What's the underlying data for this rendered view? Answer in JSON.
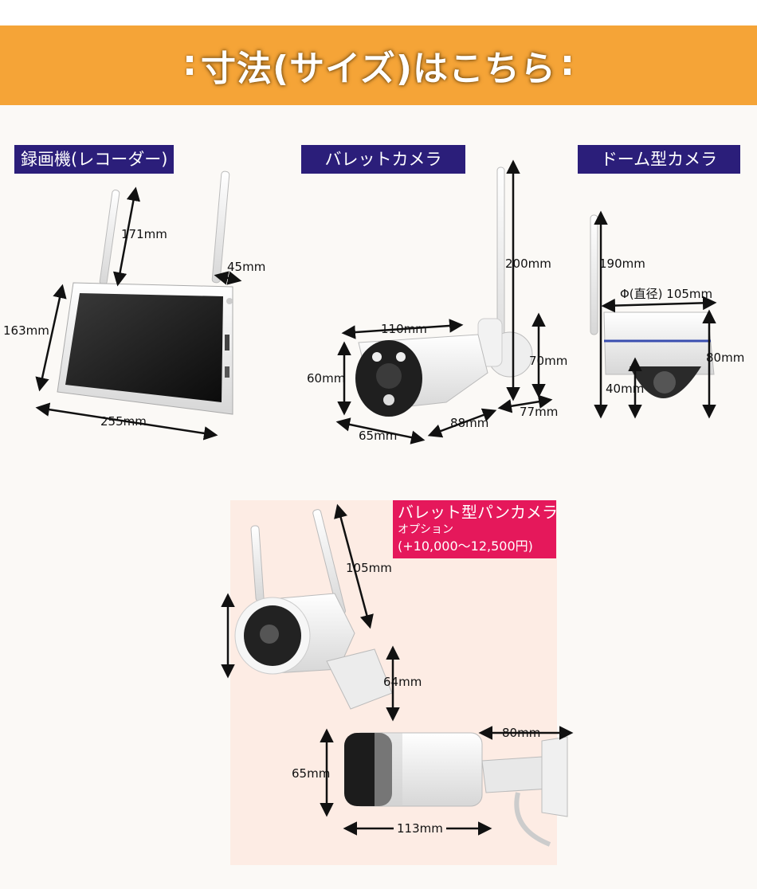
{
  "header": {
    "title": "寸法(サイズ)はこちら"
  },
  "sections": {
    "recorder": {
      "label": "録画機(レコーダー)",
      "dims": {
        "height": "163mm",
        "width": "255mm",
        "antenna": "171mm",
        "depth": "45mm"
      }
    },
    "bullet": {
      "label": "バレットカメラ",
      "dims": {
        "body_length": "110mm",
        "front_height": "60mm",
        "front_width": "65mm",
        "depth": "88mm",
        "antenna": "200mm",
        "mount_height": "70mm",
        "mount_width": "77mm"
      }
    },
    "dome": {
      "label": "ドーム型カメラ",
      "dims": {
        "total_height": "190mm",
        "diameter": "Φ(直径) 105mm",
        "body_height": "80mm",
        "lens_height": "40mm"
      }
    },
    "pan": {
      "label": "バレット型パンカメラ",
      "sub": "オプション",
      "price": "(+10,000〜12,500円)",
      "dims": {
        "antenna": "105mm",
        "mount": "64mm",
        "depth": "80mm",
        "side_height": "65mm",
        "length": "113mm"
      }
    }
  },
  "colors": {
    "banner": "#f5a437",
    "label": "#2b1e7a",
    "option_label": "#e5185b",
    "panel": "#fdece4"
  }
}
